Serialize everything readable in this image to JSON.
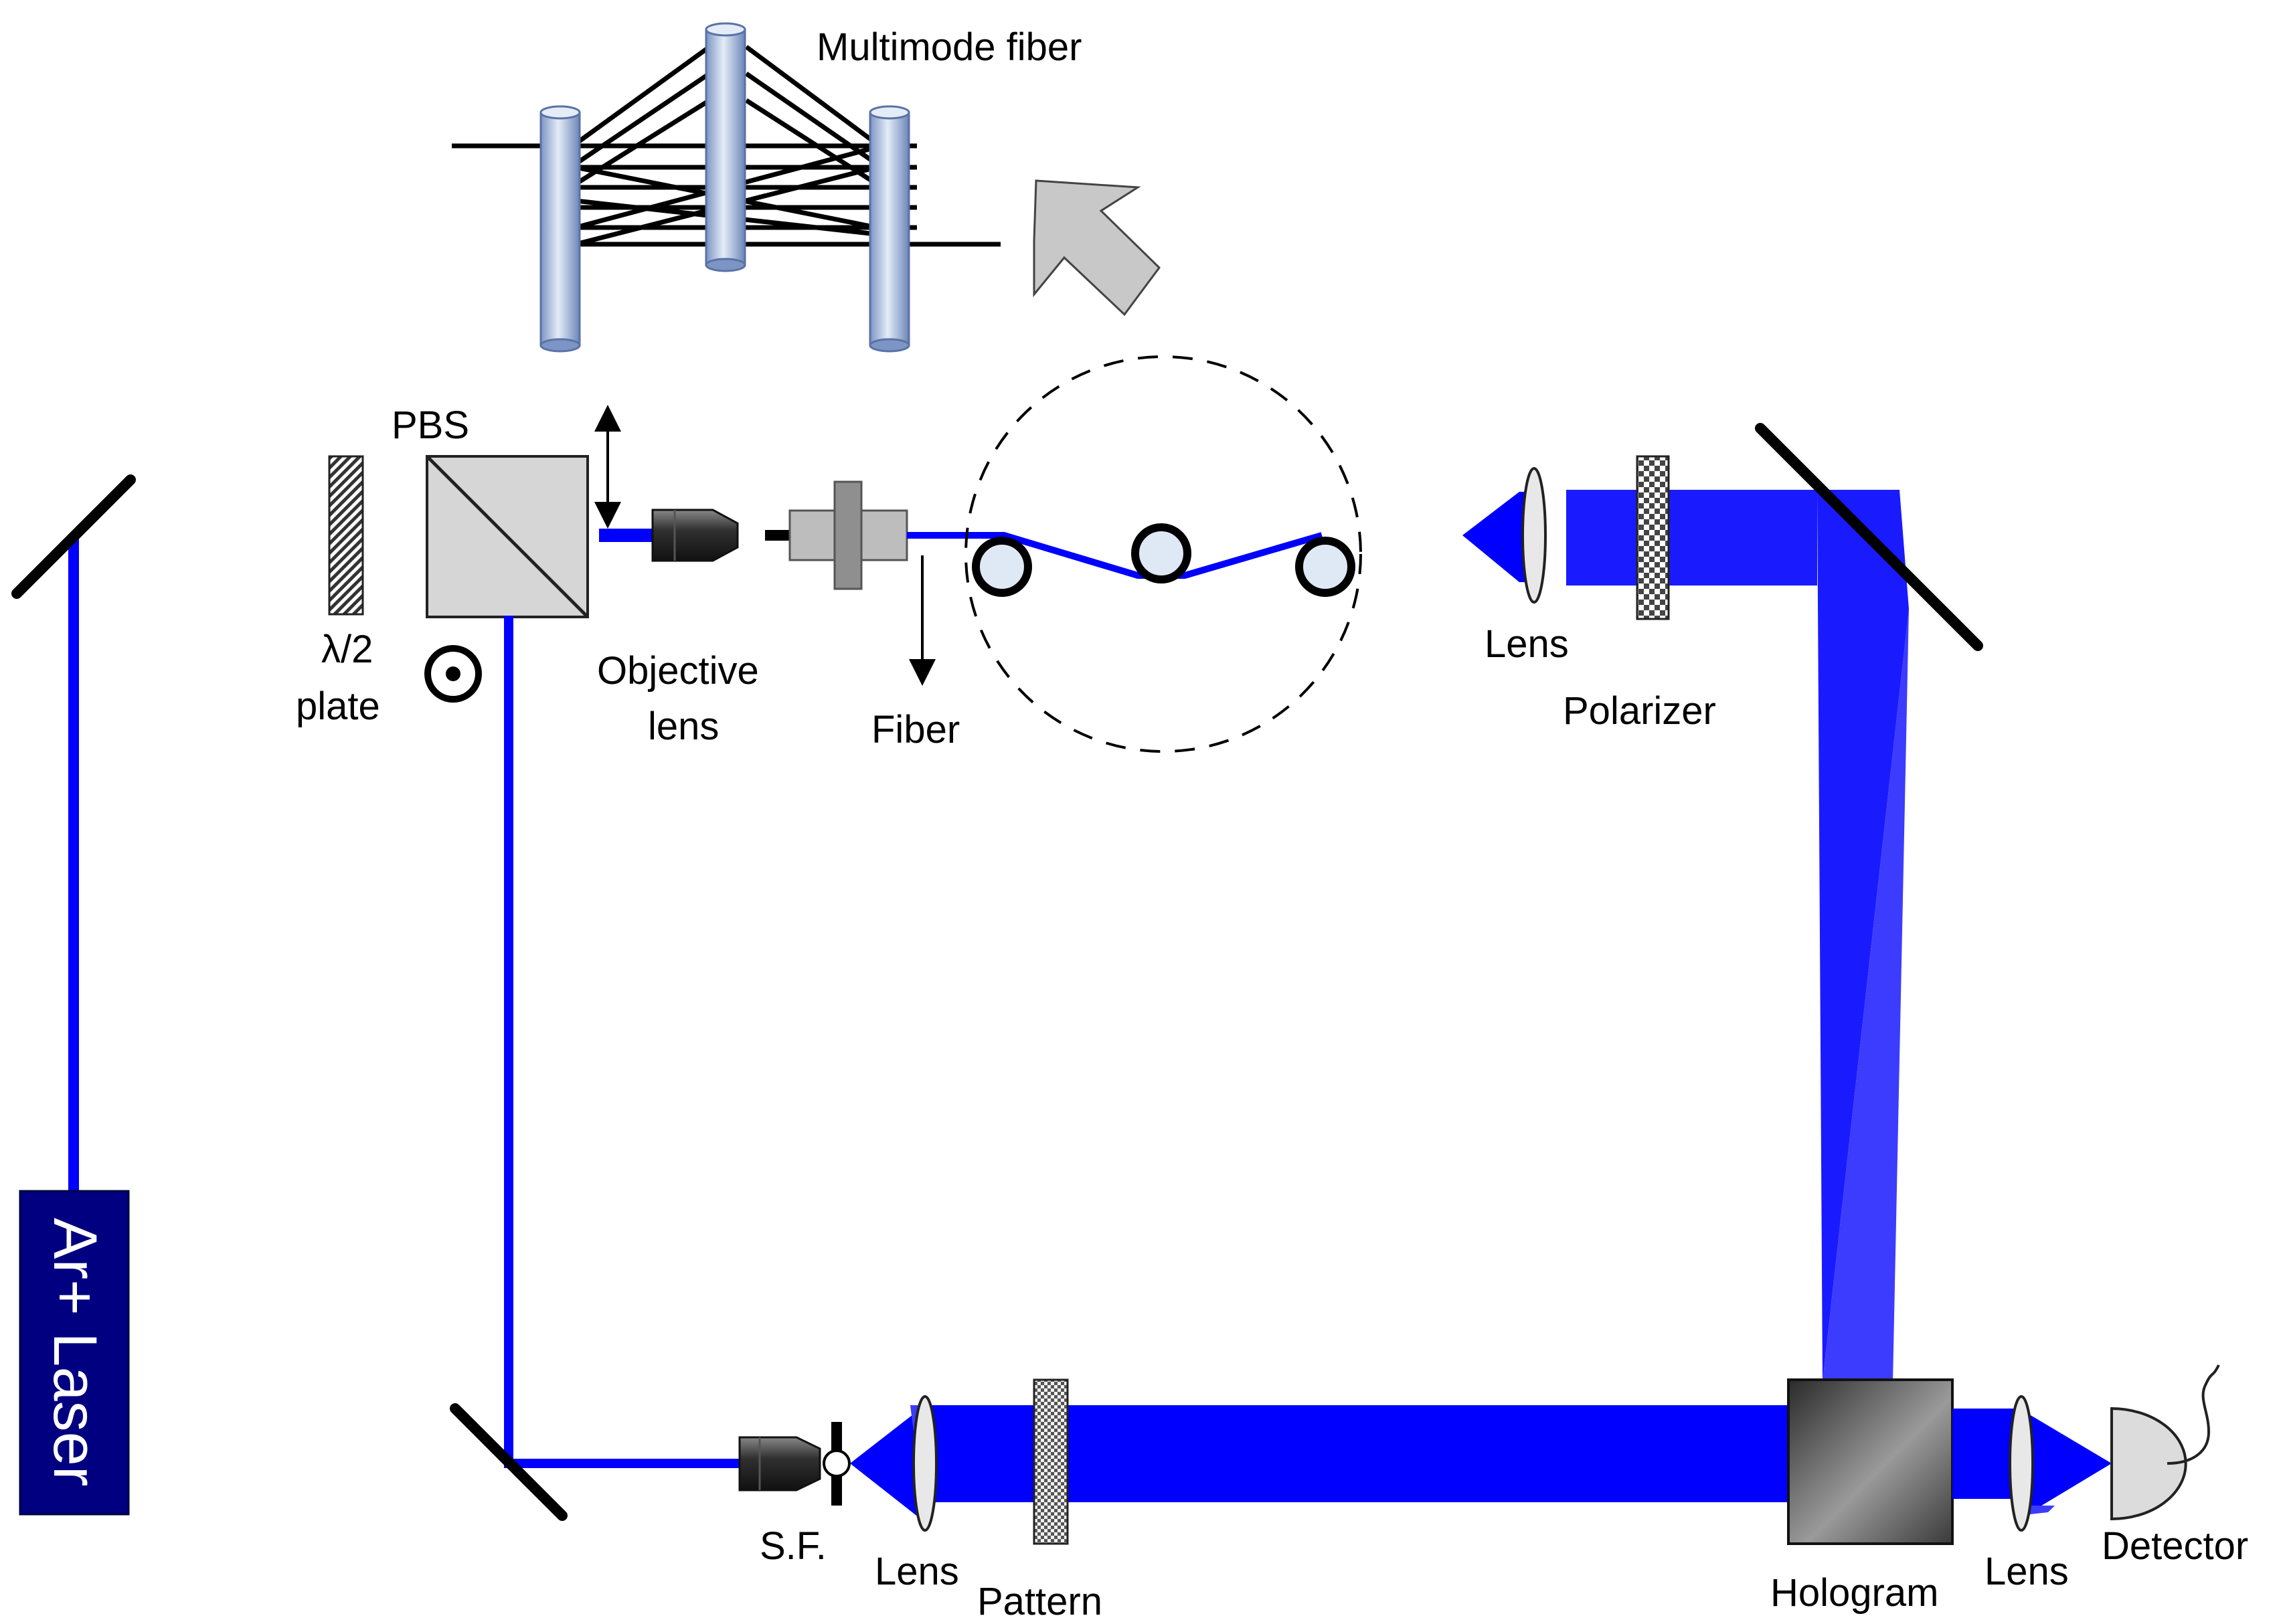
{
  "labels": {
    "multimode_fiber": "Multimode fiber",
    "pbs": "PBS",
    "half_wave_line1": "λ/2",
    "half_wave_line2": "plate",
    "objective_line1": "Objective",
    "objective_line2": "lens",
    "fiber": "Fiber",
    "lens_top": "Lens",
    "polarizer": "Polarizer",
    "laser": "Ar+ Laser",
    "spatial_filter": "S.F.",
    "lens_bottom_left": "Lens",
    "pattern": "Pattern",
    "hologram": "Hologram",
    "lens_bottom_right": "Lens",
    "detector": "Detector"
  },
  "colors": {
    "beam": "#0000ff",
    "beam_wide": "#1a1aff",
    "laser_box": "#000080",
    "pbs_fill": "#d6d6d6",
    "arrow_fill": "#c8c8c8",
    "rod_light": "#d8e2f2",
    "rod_dark": "#7d95c4"
  }
}
